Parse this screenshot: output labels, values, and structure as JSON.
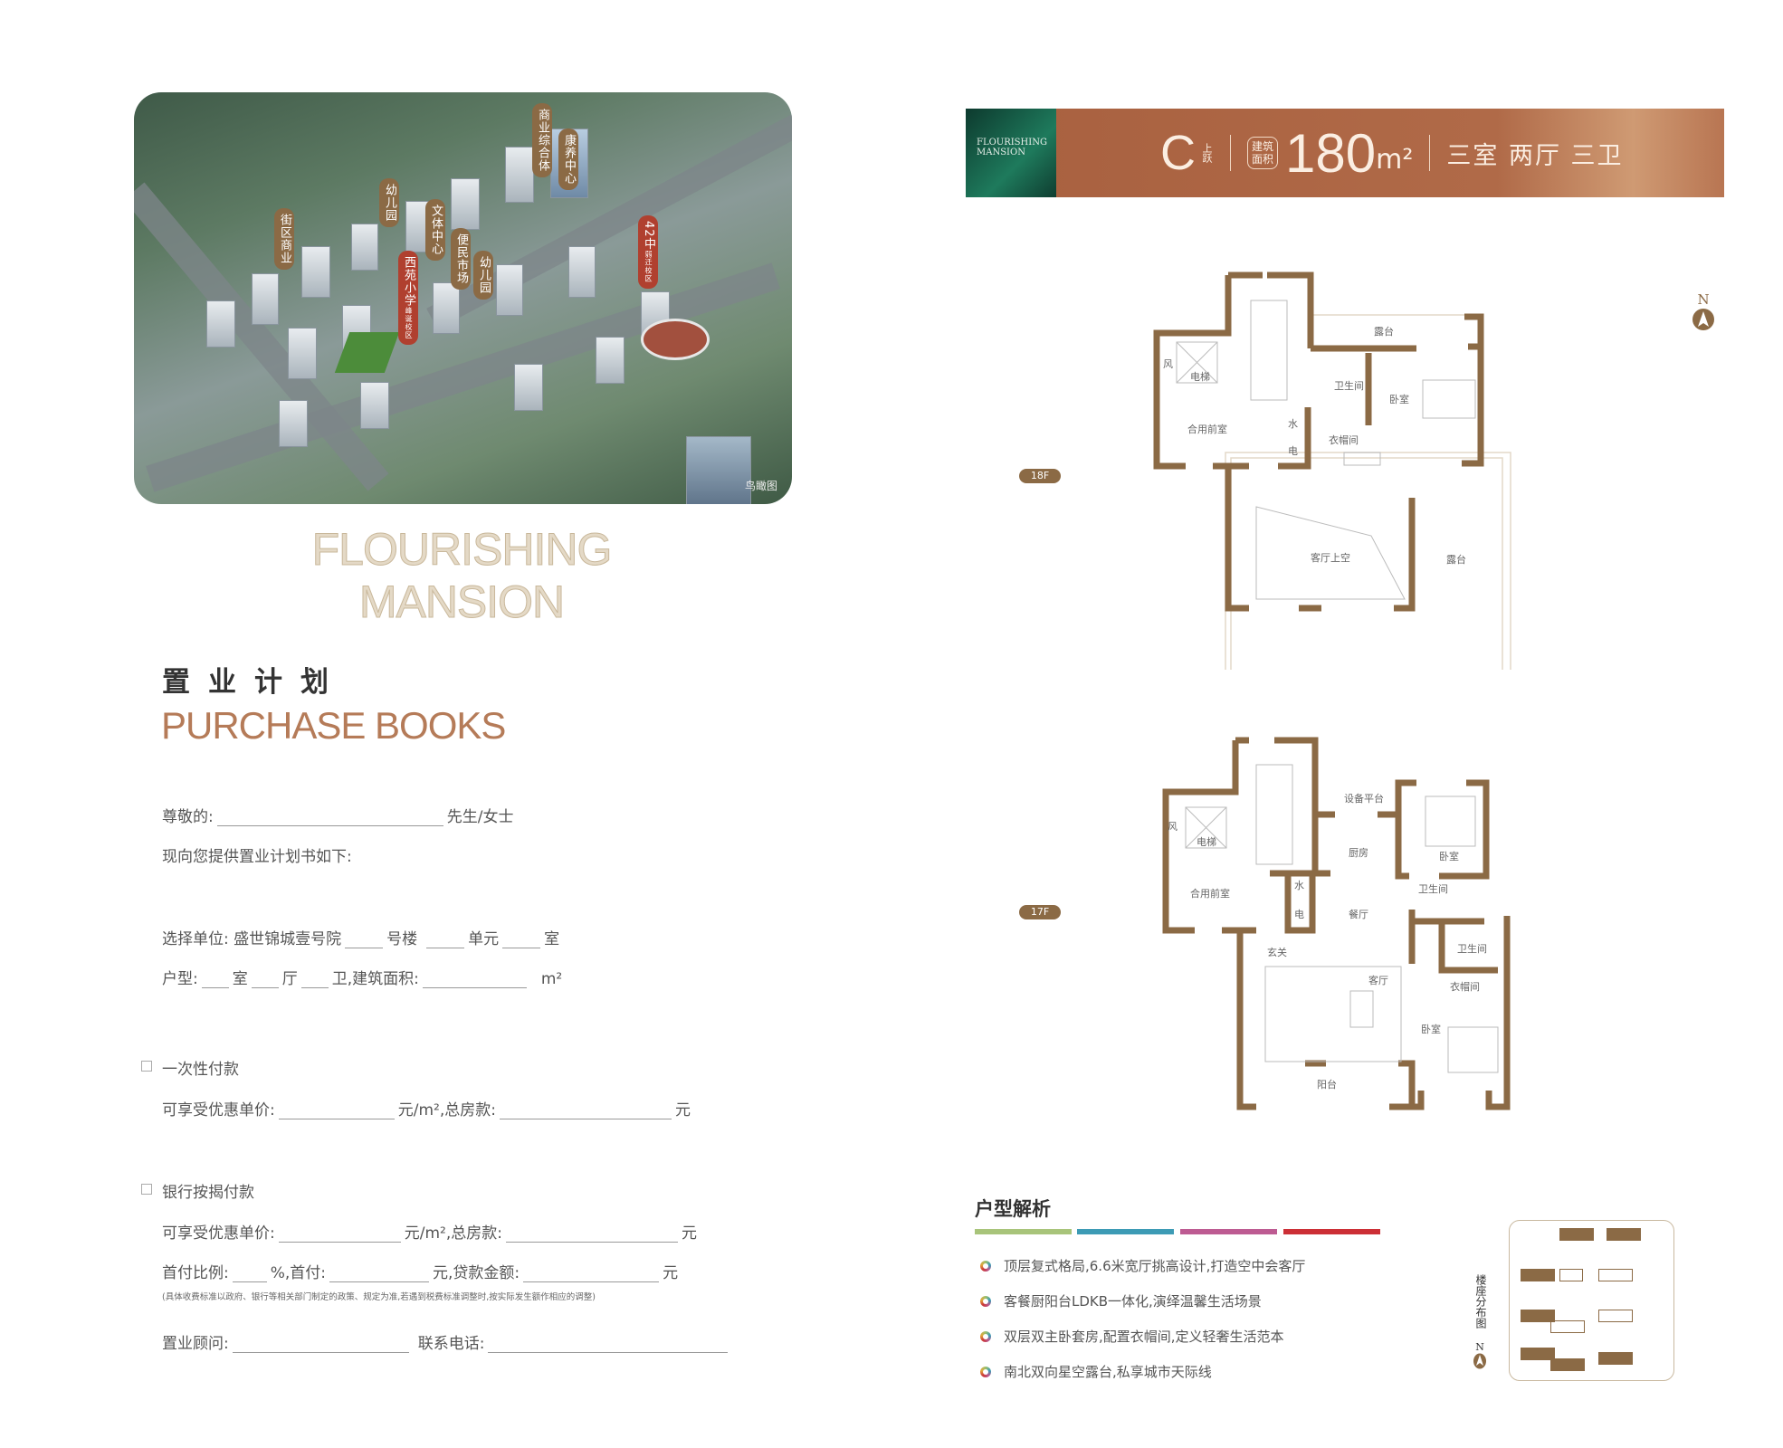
{
  "aerial": {
    "tags": [
      {
        "label": "街区商业",
        "style": "brown"
      },
      {
        "label": "幼儿园",
        "style": "brown"
      },
      {
        "label": "文体中心",
        "style": "brown"
      },
      {
        "label": "西苑小学",
        "sub": "峰诞校区",
        "style": "red"
      },
      {
        "label": "便民市场",
        "style": "brown"
      },
      {
        "label": "幼儿园",
        "style": "brown"
      },
      {
        "label": "商业综合体",
        "style": "brown"
      },
      {
        "label": "康养中心",
        "style": "brown"
      },
      {
        "label": "42中",
        "sub": "弱迁校区",
        "style": "red"
      }
    ],
    "caption": "鸟瞰图"
  },
  "brand_outline": "FLOURISHING MANSION",
  "title_cn": "置业计划",
  "title_en": "PURCHASE BOOKS",
  "form": {
    "greeting_label": "尊敬的:",
    "greeting_suffix": "先生/女士",
    "intro": "现向您提供置业计划书如下:",
    "unit_label": "选择单位: 盛世锦城壹号院",
    "unit_building": "号楼",
    "unit_unit": "单元",
    "unit_room": "室",
    "type_label": "户型:",
    "type_room": "室",
    "type_hall": "厅",
    "type_bath": "卫,建筑面积:",
    "type_area_unit": "m²",
    "option1": "一次性付款",
    "price_label": "可享受优惠单价:",
    "price_unit": "元/m²,总房款:",
    "yuan": "元",
    "option2": "银行按揭付款",
    "down_ratio": "首付比例:",
    "percent": "%,首付:",
    "loan": "元,贷款金额:",
    "note": "(具体收费标准以政府、银行等相关部门制定的政策、规定为准,若遇到税费标准调整时,按实际发生额作相应的调整)",
    "consultant": "置业顾问:",
    "phone": "联系电话:"
  },
  "banner": {
    "logo_line1": "FLOURISHING",
    "logo_line2": "MANSION",
    "type_letter": "C",
    "type_sub": "上跃",
    "area_badge_1": "建筑",
    "area_badge_2": "面积",
    "area_value": "180",
    "area_unit": "m²",
    "layout": "三室 两厅 三卫"
  },
  "compass": "N",
  "plans": {
    "f18": {
      "tag": "18F",
      "rooms": [
        "露台",
        "卫生间",
        "卧室",
        "电梯",
        "风",
        "合用前室",
        "水",
        "电",
        "衣帽间",
        "客厅上空",
        "露台"
      ]
    },
    "f17": {
      "tag": "17F",
      "rooms": [
        "设备平台",
        "厨房",
        "卧室",
        "卫生间",
        "餐厅",
        "合用前室",
        "水",
        "电",
        "电梯",
        "风",
        "玄关",
        "客厅",
        "卫生间",
        "衣帽间",
        "卧室",
        "阳台"
      ]
    }
  },
  "analysis": {
    "title": "户型解析",
    "bar_colors": [
      "#a8c47a",
      "#3d9bb5",
      "#bd5b92",
      "#cc2f36"
    ],
    "items": [
      "顶层复式格局,6.6米宽厅挑高设计,打造空中会客厅",
      "客餐厨阳台LDKB一体化,演绎温馨生活场景",
      "双层双主卧套房,配置衣帽间,定义轻奢生活范本",
      "南北双向星空露台,私享城市天际线"
    ]
  },
  "sitemap": {
    "label": "楼座分布图",
    "compass": "N"
  }
}
